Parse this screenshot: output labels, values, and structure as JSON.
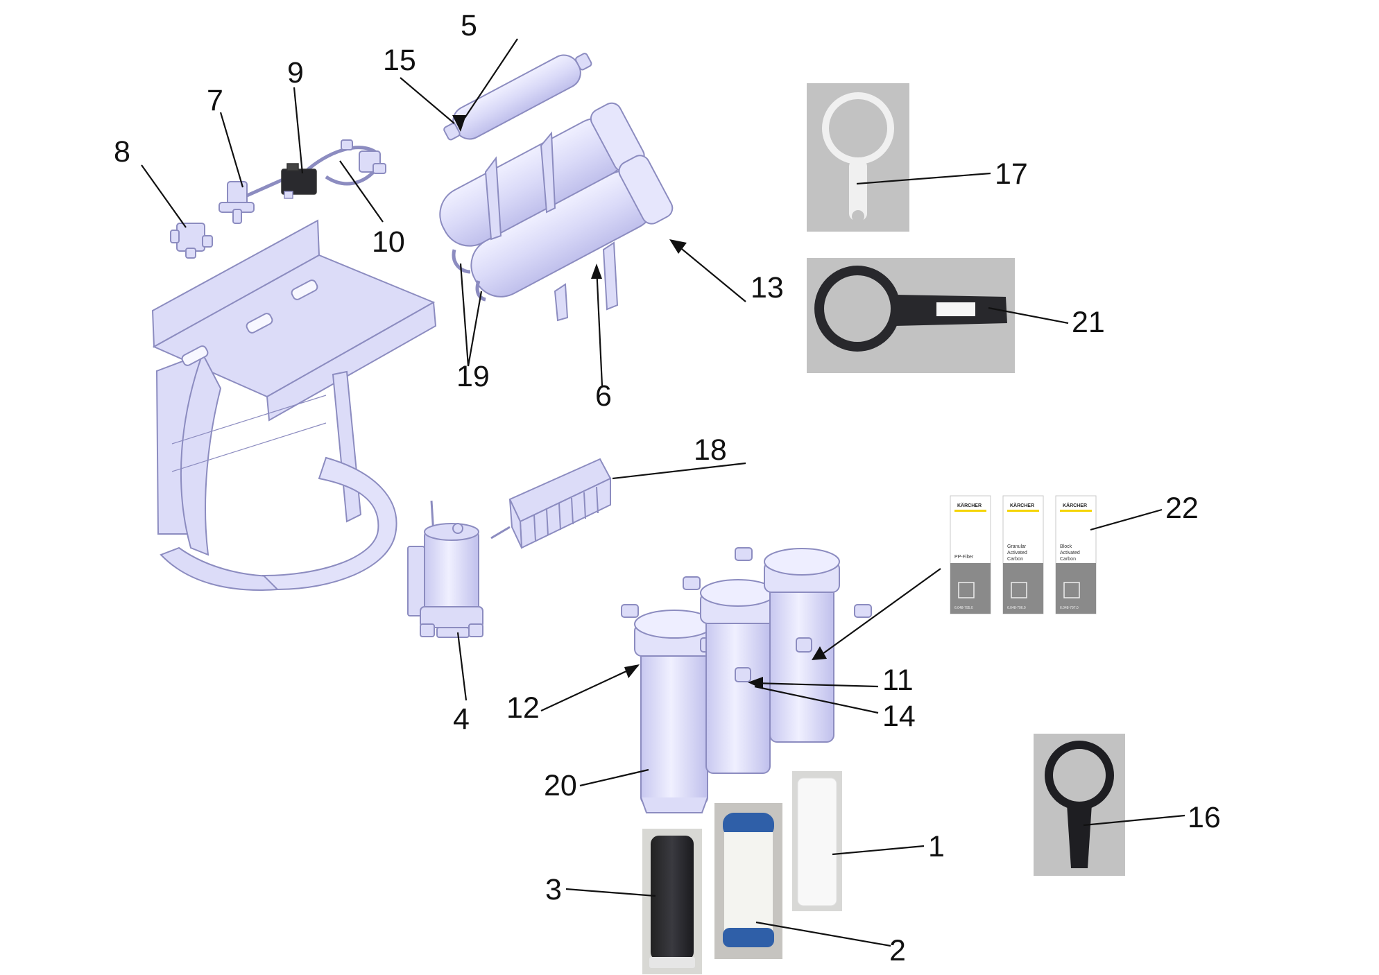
{
  "callouts": {
    "c1": "1",
    "c2": "2",
    "c3": "3",
    "c4": "4",
    "c5": "5",
    "c6": "6",
    "c7": "7",
    "c8": "8",
    "c9": "9",
    "c10": "10",
    "c11": "11",
    "c12": "12",
    "c13": "13",
    "c14": "14",
    "c15": "15",
    "c16": "16",
    "c17": "17",
    "c18": "18",
    "c19": "19",
    "c20": "20",
    "c21": "21",
    "c22": "22"
  },
  "filter_packages": {
    "p1": {
      "brand": "KÄRCHER",
      "line1": "PP-Filter",
      "line2": "",
      "line3": "",
      "code": "6.048-795.0"
    },
    "p2": {
      "brand": "KÄRCHER",
      "line1": "Granular",
      "line2": "Activated",
      "line3": "Carbon",
      "code": "6.048-796.0"
    },
    "p3": {
      "brand": "KÄRCHER",
      "line1": "Block",
      "line2": "Activated",
      "line3": "Carbon",
      "code": "6.048-797.0"
    }
  },
  "colors": {
    "part_fill": "#dcdcf8",
    "part_stroke": "#8c8cc0",
    "leader": "#111111",
    "brand_yellow": "#f4d400",
    "photo_bg": "#c2c2c2"
  }
}
